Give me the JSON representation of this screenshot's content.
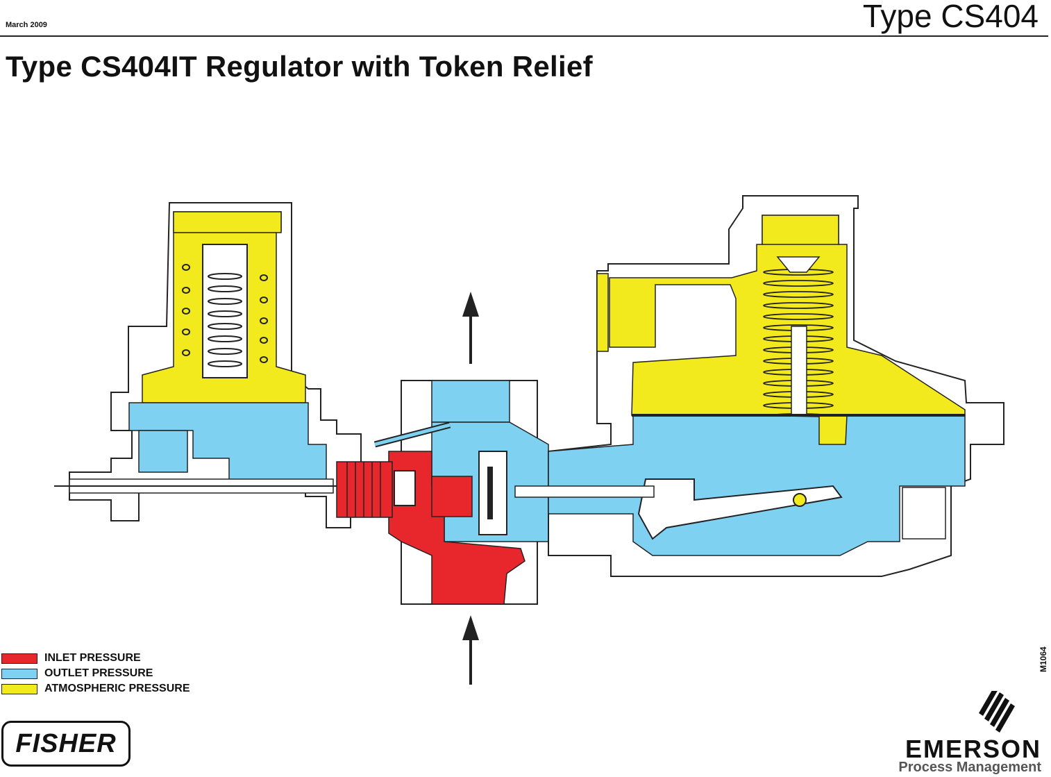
{
  "header": {
    "date": "March 2009",
    "model": "Type CS404",
    "title": "Type CS404IT Regulator with Token Relief"
  },
  "legend": [
    {
      "label": "INLET PRESSURE",
      "color": "#e8272d"
    },
    {
      "label": "OUTLET PRESSURE",
      "color": "#7fd1f2"
    },
    {
      "label": "ATMOSPHERIC PRESSURE",
      "color": "#f2ea1c"
    }
  ],
  "figure_id": "M1064",
  "logos": {
    "fisher": "FISHER",
    "emerson": "EMERSON",
    "process_management": "Process Management"
  }
}
